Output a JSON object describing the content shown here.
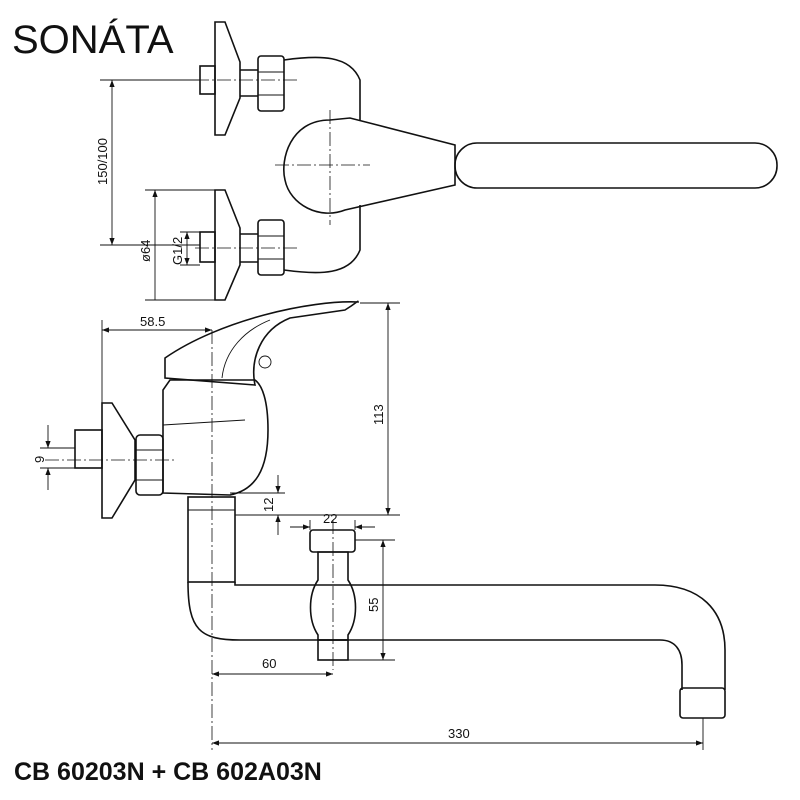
{
  "title": "SONÁTA",
  "model": "CB 60203N + CB 602A03N",
  "dimensions": {
    "spacing": "150/100",
    "plate_diameter": "ø64",
    "thread": "G1/2",
    "depth": "58.5",
    "height": "113",
    "nipple": "9",
    "outlet_offset": "12",
    "diverter_width": "22",
    "diverter_height": "55",
    "diverter_distance": "60",
    "spout_length": "330"
  }
}
